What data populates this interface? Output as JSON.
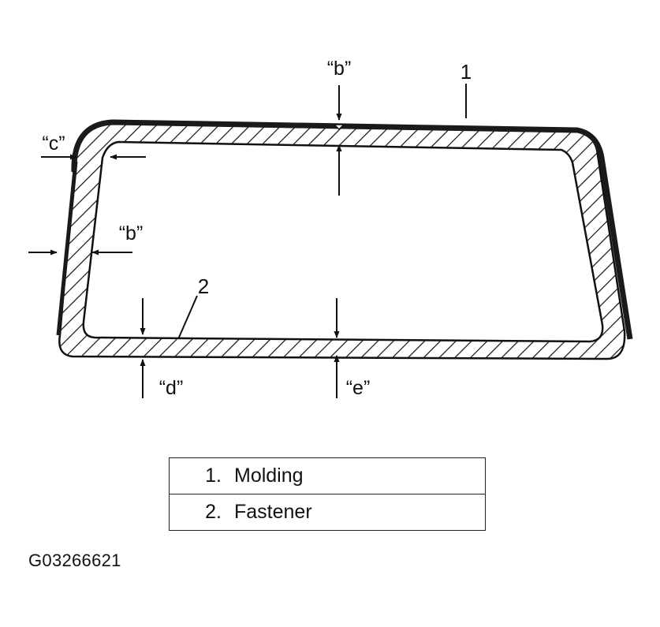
{
  "callouts": {
    "b_top": "“b”",
    "b_left": "“b”",
    "c": "“c”",
    "d": "“d”",
    "e": "“e”",
    "part1": "1",
    "part2": "2"
  },
  "legend": [
    {
      "number": "1.",
      "label": "Molding"
    },
    {
      "number": "2.",
      "label": "Fastener"
    }
  ],
  "figure_code": "G03266621"
}
